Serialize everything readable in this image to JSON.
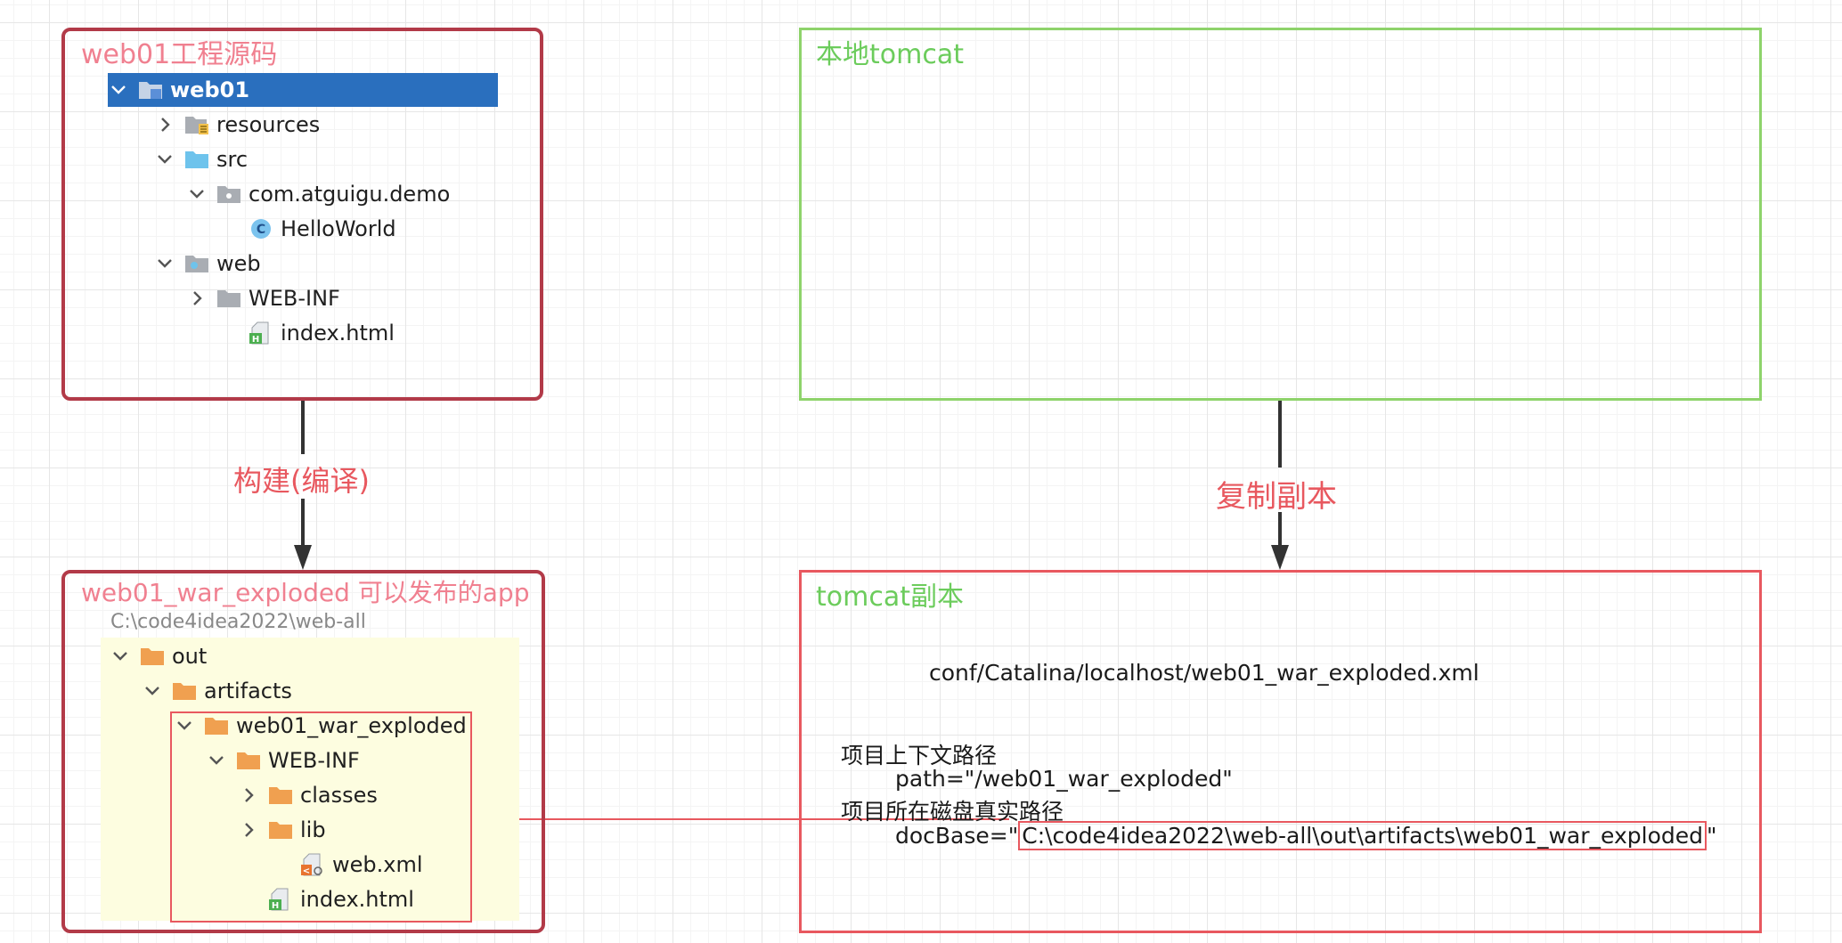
{
  "colors": {
    "source_box": "#b23a48",
    "green_box": "#8ed36b",
    "red_box": "#e8585f",
    "pink_title": "#f08090",
    "green_title": "#6ccc5c",
    "arrow_label": "#e8585f",
    "selection": "#2a6fbe",
    "tree_bg": "#fdfde0",
    "folder_orange": "#f0a050",
    "folder_blue": "#6ec3ec",
    "folder_gray": "#a9adb3"
  },
  "source_box": {
    "title": "web01工程源码",
    "tree": [
      {
        "label": "web01",
        "chevron": "down",
        "icon": "module-folder-icon",
        "selected": true
      },
      {
        "label": "resources",
        "chevron": "right",
        "icon": "resources-folder-icon"
      },
      {
        "label": "src",
        "chevron": "down",
        "icon": "source-folder-icon"
      },
      {
        "label": "com.atguigu.demo",
        "chevron": "down",
        "icon": "package-icon"
      },
      {
        "label": "HelloWorld",
        "chevron": "none",
        "icon": "java-class-icon"
      },
      {
        "label": "web",
        "chevron": "down",
        "icon": "web-folder-icon"
      },
      {
        "label": "WEB-INF",
        "chevron": "right",
        "icon": "folder-icon"
      },
      {
        "label": "index.html",
        "chevron": "none",
        "icon": "html-file-icon"
      }
    ]
  },
  "local_tomcat": {
    "title": "本地tomcat"
  },
  "arrows": {
    "build_label": "构建(编译)",
    "copy_label": "复制副本"
  },
  "exploded_box": {
    "title": "web01_war_exploded 可以发布的app",
    "path": "C:\\code4idea2022\\web-all",
    "tree": [
      {
        "label": "out",
        "chevron": "down",
        "icon": "orange-folder-icon"
      },
      {
        "label": "artifacts",
        "chevron": "down",
        "icon": "orange-folder-icon"
      },
      {
        "label": "web01_war_exploded",
        "chevron": "down",
        "icon": "orange-folder-icon"
      },
      {
        "label": "WEB-INF",
        "chevron": "down",
        "icon": "orange-folder-icon"
      },
      {
        "label": "classes",
        "chevron": "right",
        "icon": "orange-folder-icon"
      },
      {
        "label": "lib",
        "chevron": "right",
        "icon": "orange-folder-icon"
      },
      {
        "label": "web.xml",
        "chevron": "none",
        "icon": "xml-file-icon"
      },
      {
        "label": "index.html",
        "chevron": "none",
        "icon": "html-file-icon"
      }
    ]
  },
  "tomcat_copy": {
    "title": "tomcat副本",
    "config_file": "conf/Catalina/localhost/web01_war_exploded.xml",
    "context_path_label": "项目上下文路径",
    "path_line": "path=\"/web01_war_exploded\"",
    "disk_path_label": "项目所在磁盘真实路径",
    "docbase_prefix": "docBase=\"",
    "docbase_value": "C:\\code4idea2022\\web-all\\out\\artifacts\\web01_war_exploded",
    "docbase_suffix": "\""
  }
}
